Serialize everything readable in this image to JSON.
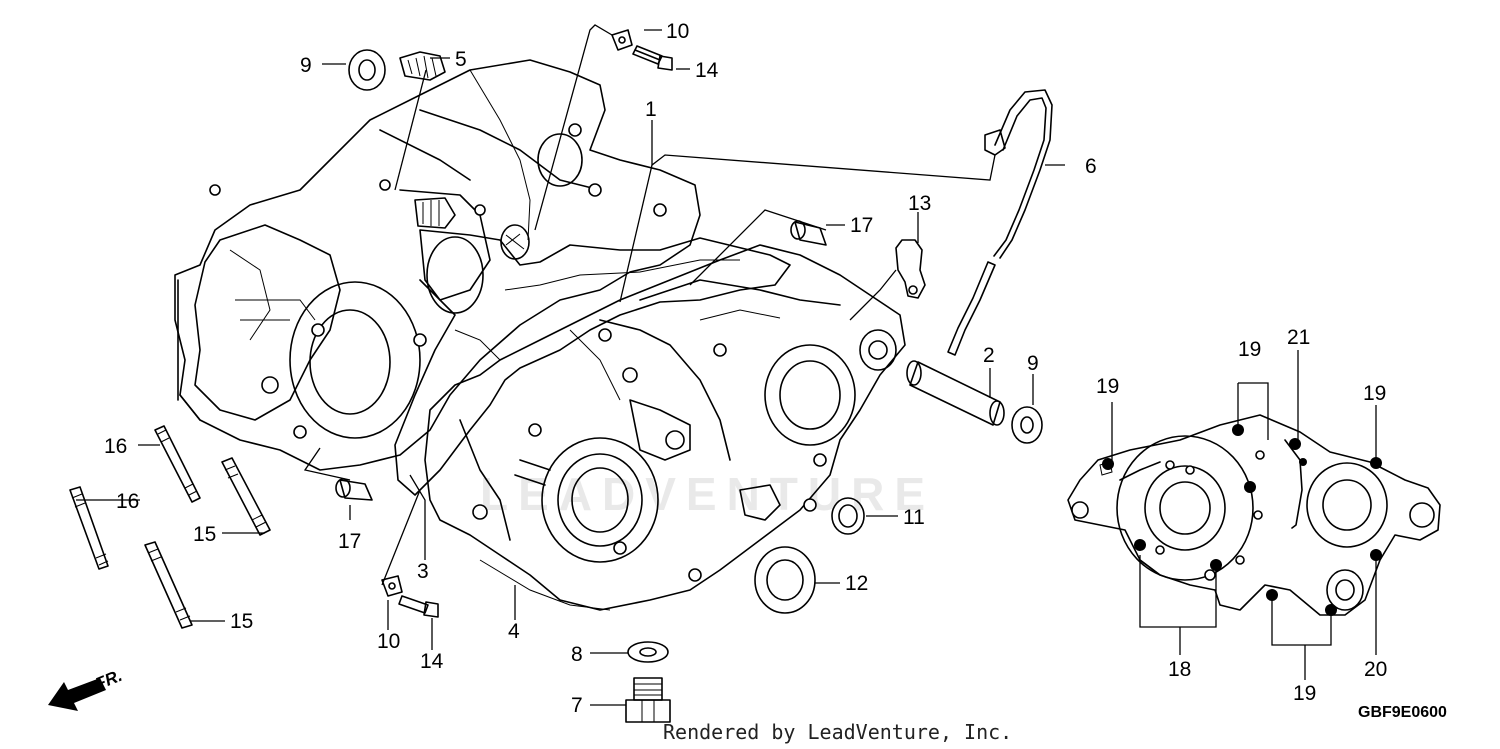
{
  "callouts": {
    "c1": "1",
    "c2": "2",
    "c3": "3",
    "c4": "4",
    "c5": "5",
    "c6": "6",
    "c7": "7",
    "c8": "8",
    "c9a": "9",
    "c9b": "9",
    "c10a": "10",
    "c10b": "10",
    "c11": "11",
    "c12": "12",
    "c13": "13",
    "c14a": "14",
    "c14b": "14",
    "c15a": "15",
    "c15b": "15",
    "c16a": "16",
    "c16b": "16",
    "c17a": "17",
    "c17b": "17",
    "c18": "18",
    "c19a": "19",
    "c19b": "19",
    "c19c": "19",
    "c19d": "19",
    "c20": "20",
    "c21": "21"
  },
  "front_arrow": "FR.",
  "watermark": "LEADVENTURE",
  "diagram_code": "GBF9E0600",
  "credit": "Rendered by LeadVenture, Inc."
}
